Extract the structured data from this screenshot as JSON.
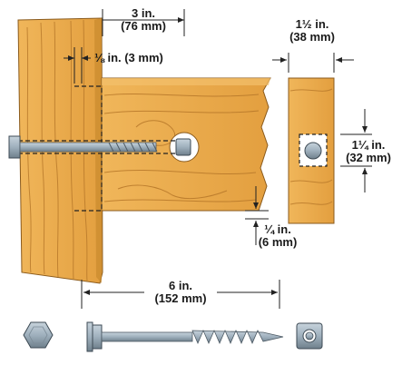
{
  "dimensions": {
    "top_width": {
      "imperial": "3 in.",
      "metric": "(76 mm)"
    },
    "gap": {
      "text": "⅛ in. (3 mm)"
    },
    "block_width": {
      "imperial": "1½ in.",
      "metric": "(38 mm)"
    },
    "block_hole": {
      "imperial": "1¼ in.",
      "metric": "(32 mm)"
    },
    "lower_offset": {
      "imperial": "¼ in.",
      "metric": "(6 mm)"
    },
    "screw_length": {
      "imperial": "6 in.",
      "metric": "(152 mm)"
    }
  },
  "colors": {
    "wood": "#e9a94a",
    "wood_dark": "#c98a2e",
    "grain": "#b7782a",
    "metal": "#9fb0bd",
    "metal_dark": "#5f6f7b",
    "line": "#222222"
  },
  "parts": {
    "hex_head": "hex-head-icon",
    "lag_screw": "lag-screw-icon",
    "square_washer": "square-washer-icon"
  }
}
